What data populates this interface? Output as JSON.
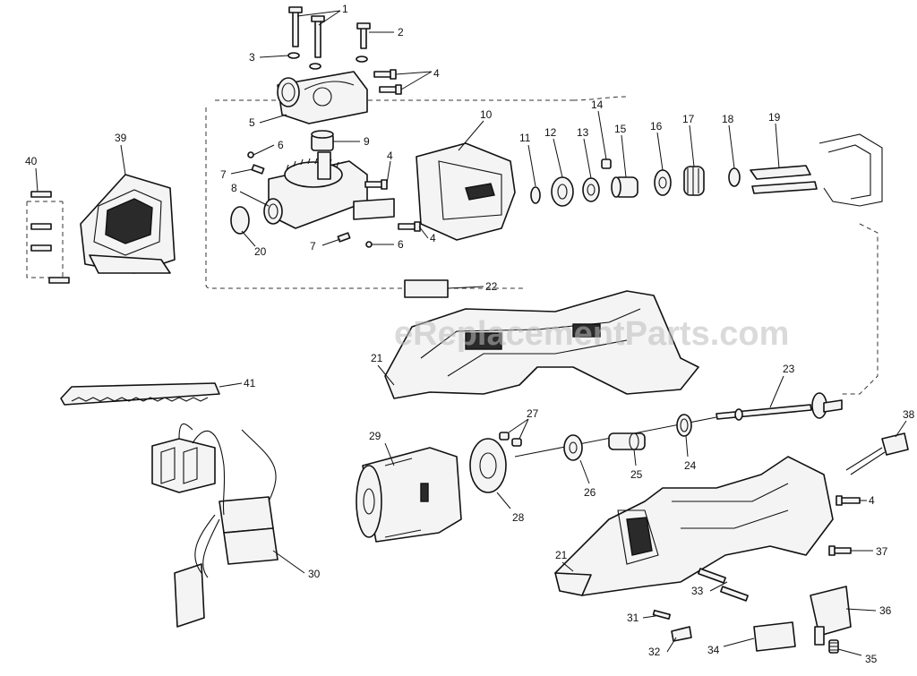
{
  "watermark": "eReplacementParts.com",
  "parts": [
    {
      "id": "1",
      "label": "1"
    },
    {
      "id": "2",
      "label": "2"
    },
    {
      "id": "3",
      "label": "3"
    },
    {
      "id": "4a",
      "label": "4"
    },
    {
      "id": "5",
      "label": "5"
    },
    {
      "id": "6a",
      "label": "6"
    },
    {
      "id": "7a",
      "label": "7"
    },
    {
      "id": "8",
      "label": "8"
    },
    {
      "id": "9",
      "label": "9"
    },
    {
      "id": "10",
      "label": "10"
    },
    {
      "id": "11",
      "label": "11"
    },
    {
      "id": "12",
      "label": "12"
    },
    {
      "id": "13",
      "label": "13"
    },
    {
      "id": "14",
      "label": "14"
    },
    {
      "id": "15",
      "label": "15"
    },
    {
      "id": "16",
      "label": "16"
    },
    {
      "id": "17",
      "label": "17"
    },
    {
      "id": "18",
      "label": "18"
    },
    {
      "id": "19",
      "label": "19"
    },
    {
      "id": "20",
      "label": "20"
    },
    {
      "id": "4b",
      "label": "4"
    },
    {
      "id": "4c",
      "label": "4"
    },
    {
      "id": "6b",
      "label": "6"
    },
    {
      "id": "7b",
      "label": "7"
    },
    {
      "id": "39",
      "label": "39"
    },
    {
      "id": "40",
      "label": "40"
    },
    {
      "id": "22",
      "label": "22"
    },
    {
      "id": "21a",
      "label": "21"
    },
    {
      "id": "41",
      "label": "41"
    },
    {
      "id": "23",
      "label": "23"
    },
    {
      "id": "38",
      "label": "38"
    },
    {
      "id": "27",
      "label": "27"
    },
    {
      "id": "29",
      "label": "29"
    },
    {
      "id": "25",
      "label": "25"
    },
    {
      "id": "24",
      "label": "24"
    },
    {
      "id": "26",
      "label": "26"
    },
    {
      "id": "28",
      "label": "28"
    },
    {
      "id": "4d",
      "label": "4"
    },
    {
      "id": "37",
      "label": "37"
    },
    {
      "id": "21b",
      "label": "21"
    },
    {
      "id": "30",
      "label": "30"
    },
    {
      "id": "33",
      "label": "33"
    },
    {
      "id": "36",
      "label": "36"
    },
    {
      "id": "31",
      "label": "31"
    },
    {
      "id": "32",
      "label": "32"
    },
    {
      "id": "34",
      "label": "34"
    },
    {
      "id": "35",
      "label": "35"
    }
  ]
}
